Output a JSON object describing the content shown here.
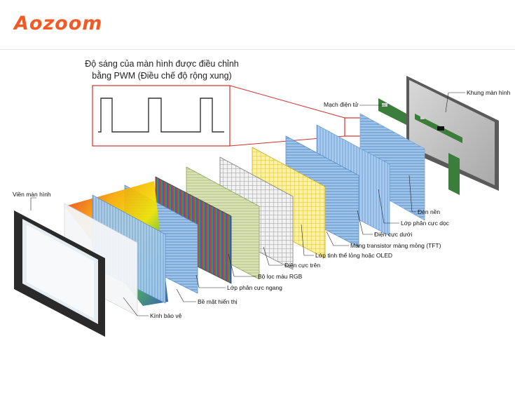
{
  "brand": {
    "logo_text": "Aozoom",
    "color": "#f15a24"
  },
  "title": {
    "line1": "Độ sáng của màn hình được điều chỉnh",
    "line2": "bằng PWM (Điều chế độ rộng xung)"
  },
  "labels": {
    "mach_dien_tu": "Mạch điện tử",
    "khung_man_hinh": "Khung màn hình",
    "den_nen": "Đèn nền",
    "lop_phan_cuc_doc": "Lớp phân cực dọc",
    "dien_cuc_duoi": "Điện cực dưới",
    "mang_tft": "Mảng transistor màng mỏng (TFT)",
    "lop_tinh_the": "Lớp tinh thể lỏng hoặc OLED",
    "dien_cuc_tren": "Điện cực trên",
    "bo_loc_mau": "Bộ lọc màu RGB",
    "lop_phan_cuc_ngang": "Lớp phân cực ngang",
    "be_mat_hien_thi": "Bề mặt hiển thị",
    "kinh_bao_ve": "Kính bảo vệ",
    "vien_man_hinh": "Viền màn hình"
  },
  "colors": {
    "accent_line": "#d32f2f",
    "blue_layer": "#7fb3e6",
    "yellow_layer": "#f7e26b",
    "green_layer": "#c8d8a0",
    "pcb_green": "#3b7d3a"
  }
}
